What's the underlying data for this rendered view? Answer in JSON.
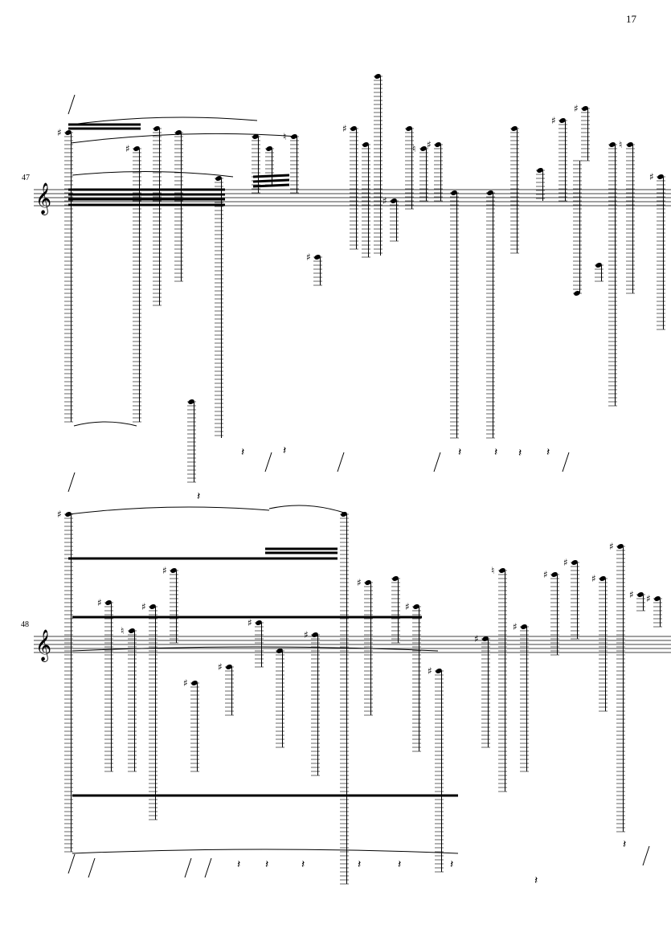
{
  "page": {
    "number": "17"
  },
  "systems": [
    {
      "measure_number": "47",
      "clef": "treble-clef"
    },
    {
      "measure_number": "48",
      "clef": "treble-clef"
    }
  ],
  "colors": {
    "ink": "#000000",
    "paper": "#ffffff"
  },
  "icons": [
    "treble-clef-icon",
    "sharp-icon",
    "natural-icon",
    "rest-icon",
    "slur-icon",
    "tremolo-icon"
  ]
}
